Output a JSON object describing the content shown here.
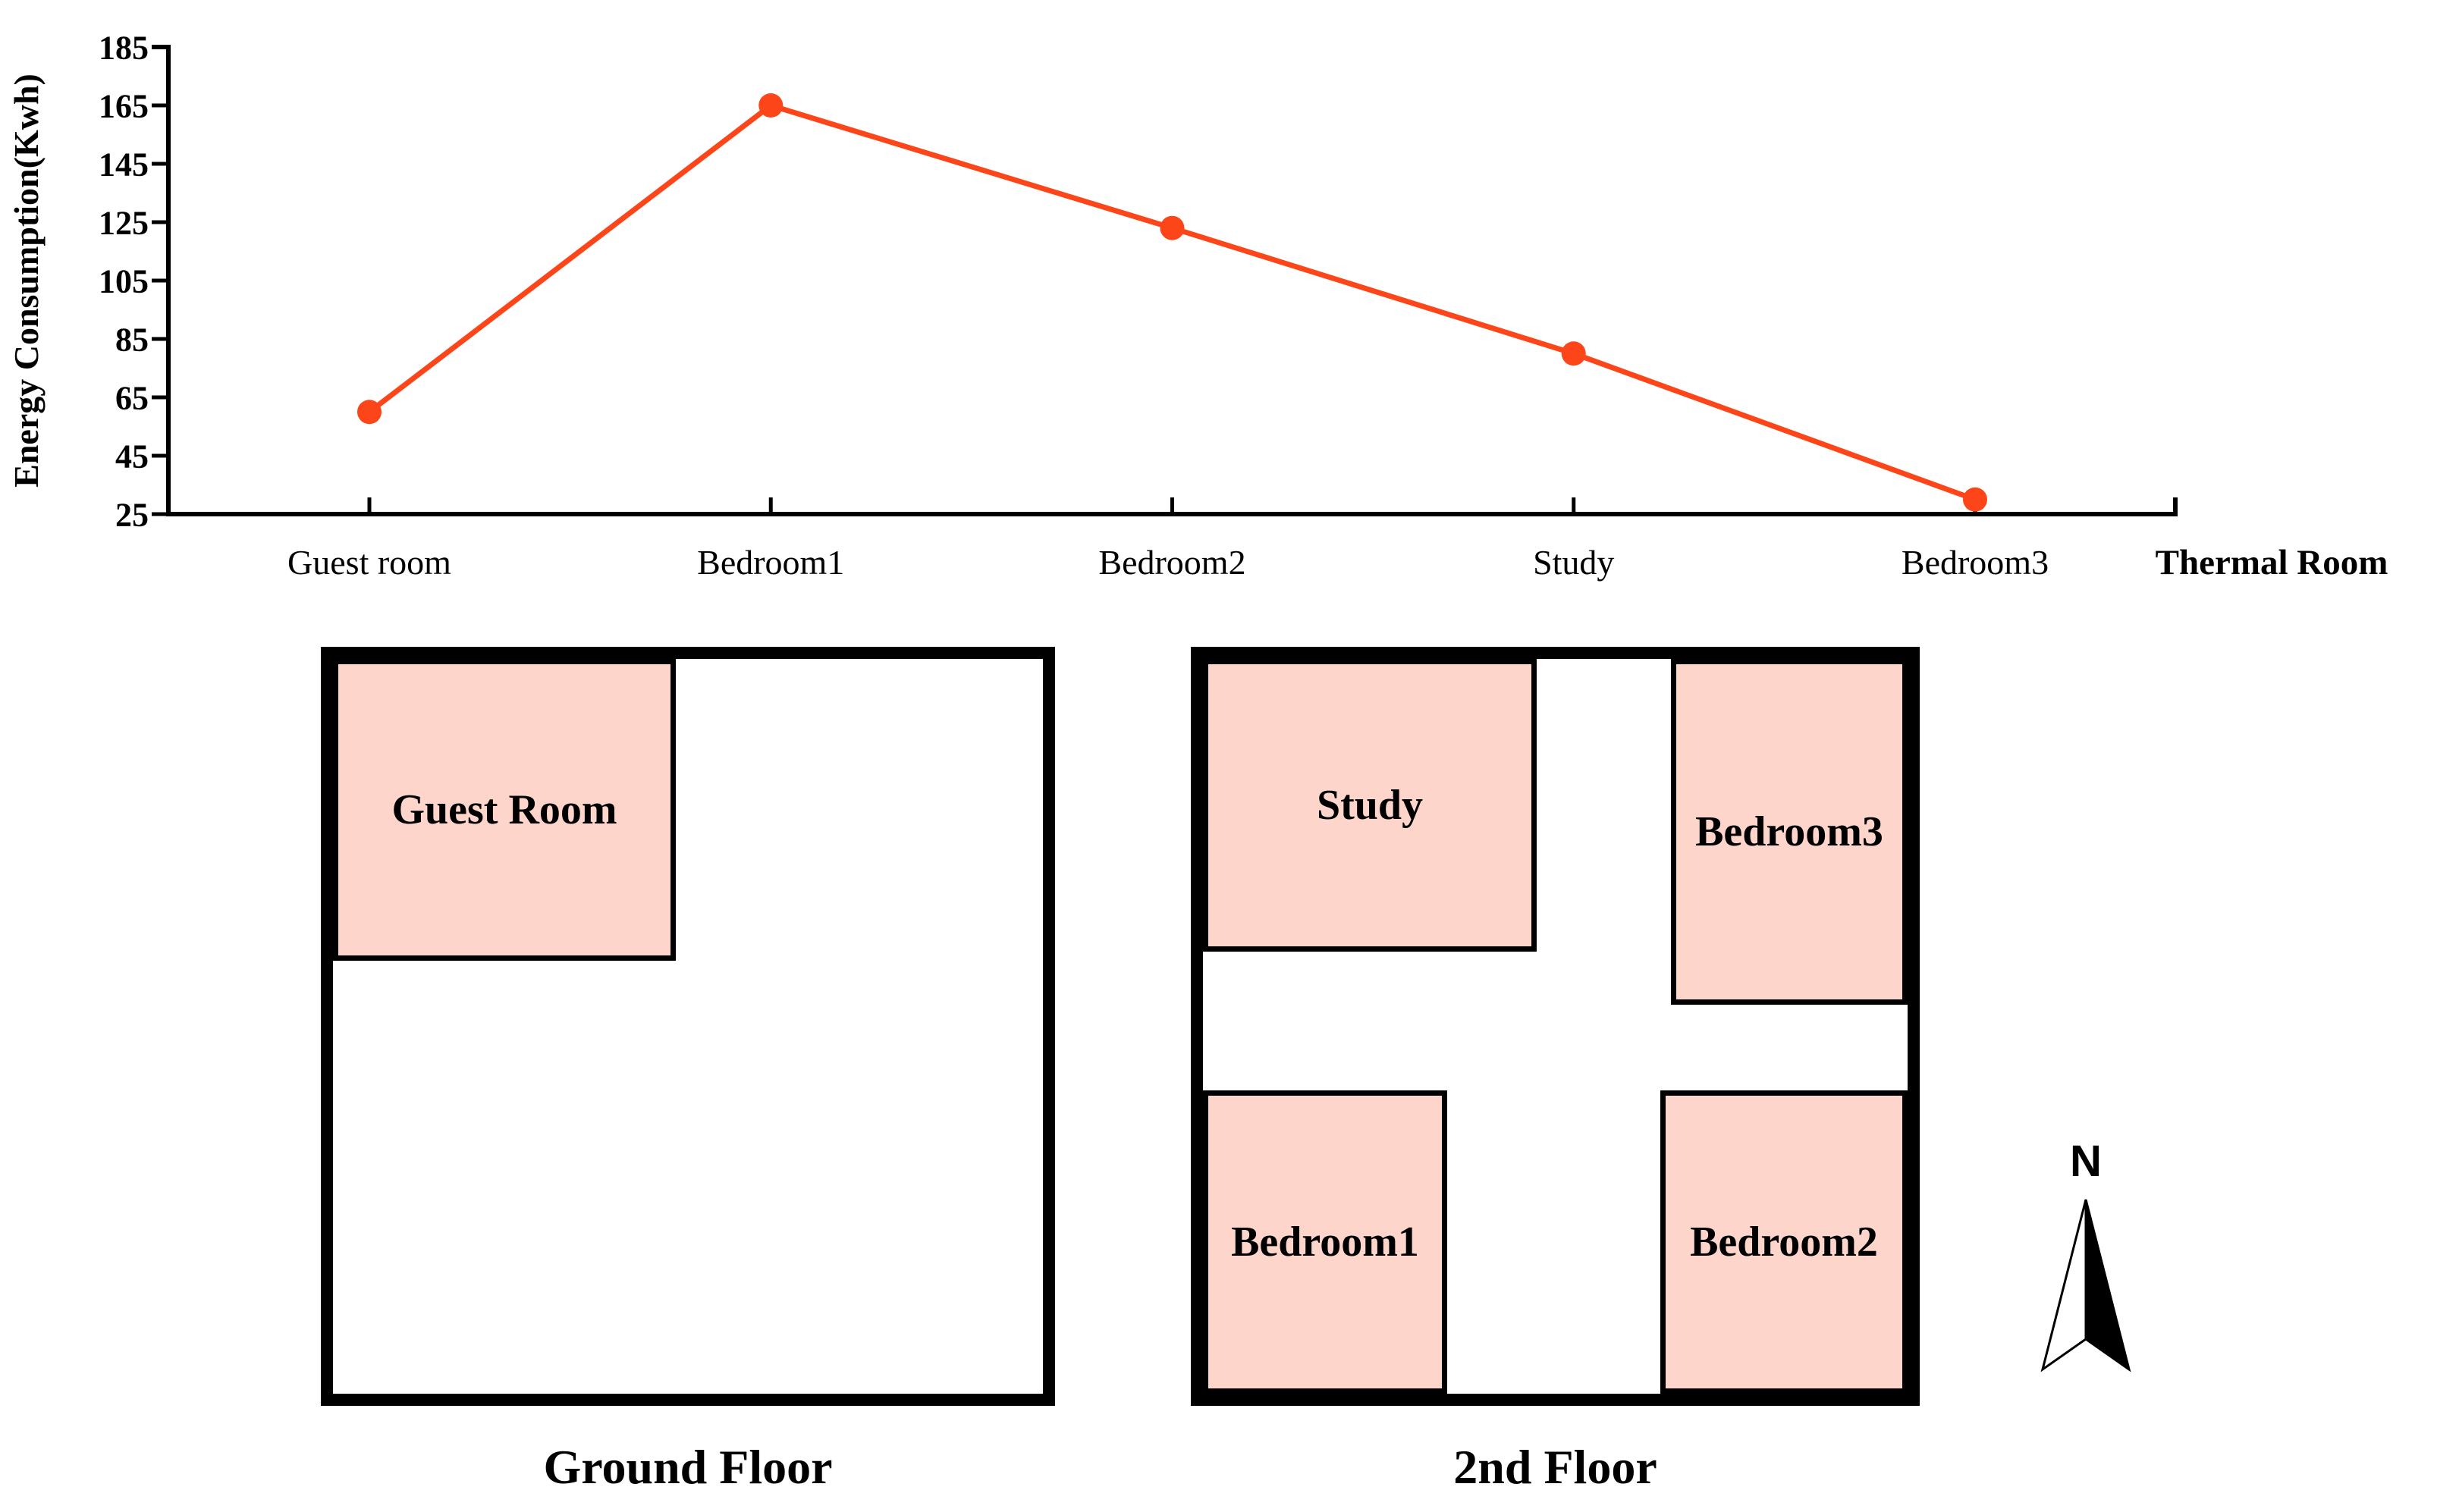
{
  "chart_data": {
    "type": "line",
    "title": "",
    "categories": [
      "Guest room",
      "Bedroom1",
      "Bedroom2",
      "Study",
      "Bedroom3"
    ],
    "values": [
      60,
      165,
      123,
      80,
      30
    ],
    "xlabel": "Thermal Room",
    "ylabel": "Energy Consumption(Kwh)",
    "y_ticks": [
      185,
      165,
      145,
      125,
      105,
      85,
      65,
      45,
      25
    ],
    "ylim": [
      25,
      185
    ],
    "grid": false,
    "legend": "none",
    "line_color": "#FC4619",
    "marker": "circle"
  },
  "floor_plans": {
    "ground": {
      "caption": "Ground Floor",
      "rooms": {
        "guest": {
          "label": "Guest Room"
        }
      }
    },
    "second": {
      "caption": "2nd Floor",
      "rooms": {
        "study": {
          "label": "Study"
        },
        "bedroom3": {
          "label": "Bedroom3"
        },
        "bedroom1": {
          "label": "Bedroom1"
        },
        "bedroom2": {
          "label": "Bedroom2"
        }
      }
    }
  },
  "compass": {
    "label": "N"
  },
  "colors": {
    "room_fill": "#FDD5CB",
    "wall": "#000000",
    "accent": "#FC4619"
  }
}
